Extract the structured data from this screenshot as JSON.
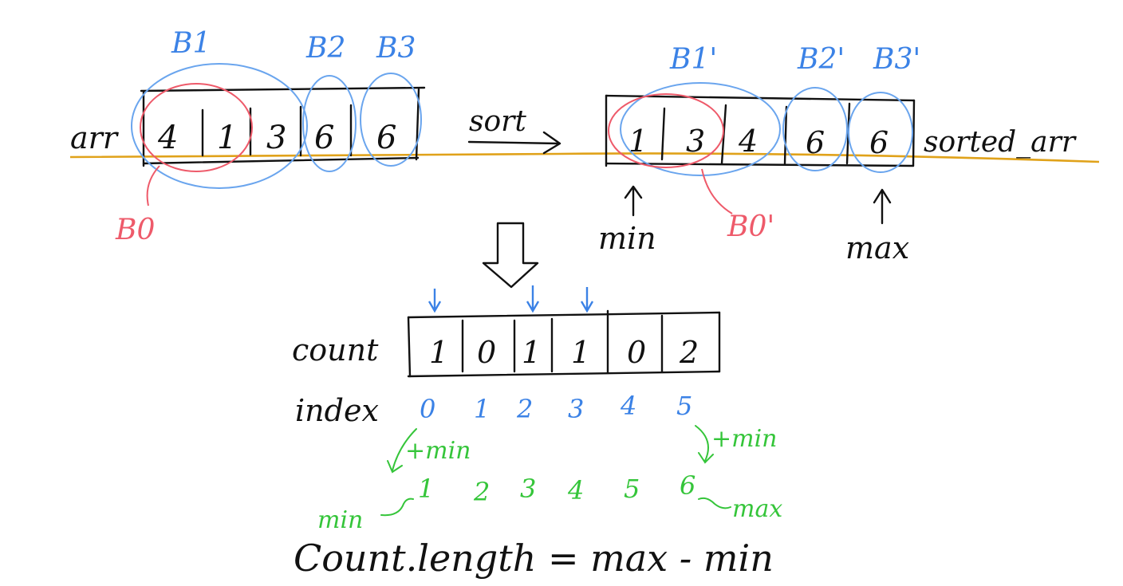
{
  "arr": {
    "label": "arr",
    "cells": [
      "4",
      "1",
      "3",
      "6",
      "6"
    ],
    "groups": [
      "B1",
      "B2",
      "B3"
    ],
    "red_group": "B0"
  },
  "sort_label": "sort",
  "sorted_arr": {
    "label": "sorted_arr",
    "cells": [
      "1",
      "3",
      "4",
      "6",
      "6"
    ],
    "groups": [
      "B1'",
      "B2'",
      "B3'"
    ],
    "red_group": "B0'",
    "min_label": "min",
    "max_label": "max"
  },
  "count": {
    "label": "count",
    "cells": [
      "1",
      "0",
      "1",
      "1",
      "0",
      "2"
    ],
    "index_label": "index",
    "indices": [
      "0",
      "1",
      "2",
      "3",
      "4",
      "5"
    ],
    "plus_min_left": "+min",
    "plus_min_right": "+min",
    "values": [
      "1",
      "2",
      "3",
      "4",
      "5",
      "6"
    ],
    "min_note": "min",
    "max_note": "max"
  },
  "formula": "Count.length = max - min",
  "colors": {
    "ink": "#111111",
    "blue": "#3b82e6",
    "red": "#ee5a6a",
    "green": "#35c53a",
    "baseline": "#e0a21a"
  }
}
